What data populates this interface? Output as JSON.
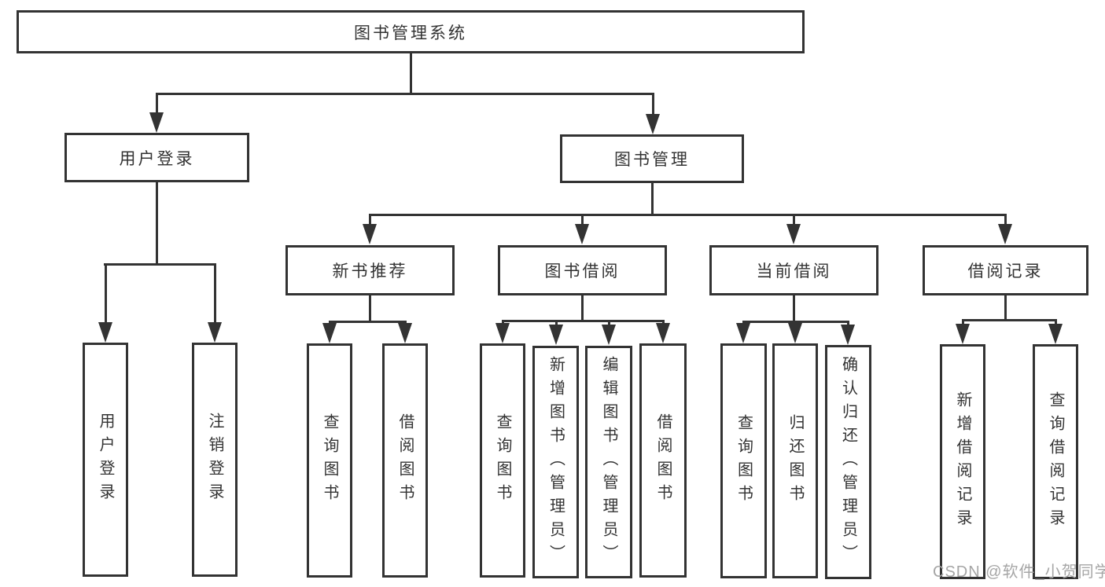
{
  "diagram": {
    "root": {
      "label": "图书管理系统"
    },
    "branches": [
      {
        "label": "用户登录",
        "leaves": [
          {
            "label": "用户登录"
          },
          {
            "label": "注销登录"
          }
        ]
      },
      {
        "label": "图书管理",
        "groups": [
          {
            "label": "新书推荐",
            "leaves": [
              {
                "label": "查询图书"
              },
              {
                "label": "借阅图书"
              }
            ]
          },
          {
            "label": "图书借阅",
            "leaves": [
              {
                "label": "查询图书"
              },
              {
                "label": "新增图书（管理员）"
              },
              {
                "label": "编辑图书（管理员）"
              },
              {
                "label": "借阅图书"
              }
            ]
          },
          {
            "label": "当前借阅",
            "leaves": [
              {
                "label": "查询图书"
              },
              {
                "label": "归还图书"
              },
              {
                "label": "确认归还（管理员）"
              }
            ]
          },
          {
            "label": "借阅记录",
            "leaves": [
              {
                "label": "新增借阅记录"
              },
              {
                "label": "查询借阅记录"
              }
            ]
          }
        ]
      }
    ]
  },
  "watermark": {
    "text": "CSDN @软件_小贺同学"
  },
  "colors": {
    "line": "#333333",
    "text": "#333333",
    "watermark": "#a6a6a6",
    "background": "#ffffff"
  }
}
